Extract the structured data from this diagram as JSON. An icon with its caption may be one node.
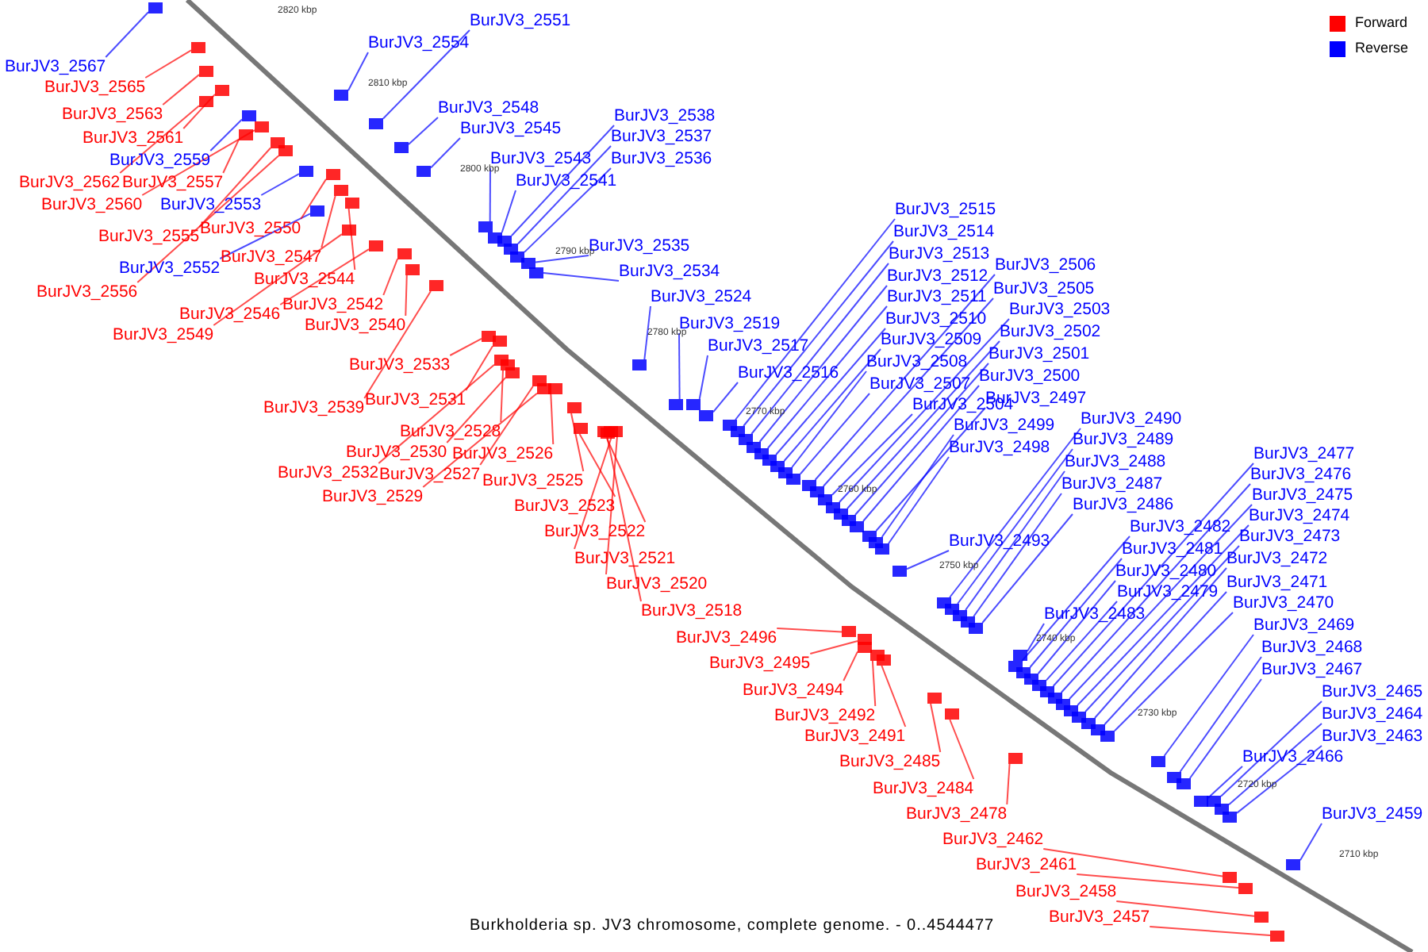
{
  "diagram": {
    "caption": "Burkholderia sp. JV3 chromosome, complete genome. - 0..4544477",
    "nodes": [
      {
        "text": [
          "BurJV3_2551"
        ]
      },
      {
        "text": [
          "BurJV3_2554"
        ]
      },
      {
        "text": [
          "BurJV3_2567"
        ]
      },
      {
        "text": [
          "BurJV3_2548"
        ]
      },
      {
        "text": [
          "BurJV3_2545"
        ]
      },
      {
        "text": [
          "BurJV3_2559"
        ]
      },
      {
        "text": [
          "BurJV3_2543"
        ]
      },
      {
        "text": [
          "BurJV3_2538"
        ]
      },
      {
        "text": [
          "BurJV3_2537"
        ]
      },
      {
        "text": [
          "BurJV3_2536"
        ]
      },
      {
        "text": [
          "BurJV3_2541"
        ]
      },
      {
        "text": [
          "BurJV3_2553"
        ]
      },
      {
        "text": [
          "BurJV3_2535"
        ]
      },
      {
        "text": [
          "BurJV3_2534"
        ]
      },
      {
        "text": [
          "BurJV3_2552"
        ]
      },
      {
        "text": [
          "BurJV3_2524"
        ]
      },
      {
        "text": [
          "BurJV3_2519"
        ]
      },
      {
        "text": [
          "BurJV3_2517"
        ]
      },
      {
        "text": [
          "BurJV3_2516"
        ]
      },
      {
        "text": [
          "BurJV3_2515"
        ]
      },
      {
        "text": [
          "BurJV3_2514"
        ]
      },
      {
        "text": [
          "BurJV3_2513"
        ]
      },
      {
        "text": [
          "BurJV3_2512"
        ]
      },
      {
        "text": [
          "BurJV3_2511"
        ]
      },
      {
        "text": [
          "BurJV3_2510"
        ]
      },
      {
        "text": [
          "BurJV3_2509"
        ]
      },
      {
        "text": [
          "BurJV3_2508"
        ]
      },
      {
        "text": [
          "BurJV3_2507"
        ]
      },
      {
        "text": [
          "BurJV3_2506"
        ]
      },
      {
        "text": [
          "BurJV3_2505"
        ]
      },
      {
        "text": [
          "BurJV3_2504"
        ]
      },
      {
        "text": [
          "BurJV3_2503"
        ]
      },
      {
        "text": [
          "BurJV3_2502"
        ]
      },
      {
        "text": [
          "BurJV3_2501"
        ]
      },
      {
        "text": [
          "BurJV3_2500"
        ]
      },
      {
        "text": [
          "BurJV3_2497"
        ]
      },
      {
        "text": [
          "BurJV3_2499"
        ]
      },
      {
        "text": [
          "BurJV3_2498"
        ]
      },
      {
        "text": [
          "BurJV3_2490"
        ]
      },
      {
        "text": [
          "BurJV3_2489"
        ]
      },
      {
        "text": [
          "BurJV3_2488"
        ]
      },
      {
        "text": [
          "BurJV3_2487"
        ]
      },
      {
        "text": [
          "BurJV3_2486"
        ]
      },
      {
        "text": [
          "BurJV3_2493"
        ]
      },
      {
        "text": [
          "BurJV3_2482"
        ]
      },
      {
        "text": [
          "BurJV3_2481"
        ]
      },
      {
        "text": [
          "BurJV3_2480"
        ]
      },
      {
        "text": [
          "BurJV3_2479"
        ]
      },
      {
        "text": [
          "BurJV3_2483"
        ]
      },
      {
        "text": [
          "BurJV3_2477"
        ]
      },
      {
        "text": [
          "BurJV3_2476"
        ]
      },
      {
        "text": [
          "BurJV3_2475"
        ]
      },
      {
        "text": [
          "BurJV3_2474"
        ]
      },
      {
        "text": [
          "BurJV3_2473"
        ]
      },
      {
        "text": [
          "BurJV3_2472"
        ]
      },
      {
        "text": [
          "BurJV3_2471"
        ]
      },
      {
        "text": [
          "BurJV3_2470"
        ]
      },
      {
        "text": [
          "BurJV3_2469"
        ]
      },
      {
        "text": [
          "BurJV3_2468"
        ]
      },
      {
        "text": [
          "BurJV3_2467"
        ]
      },
      {
        "text": [
          "BurJV3_2465"
        ]
      },
      {
        "text": [
          "BurJV3_2464"
        ]
      },
      {
        "text": [
          "BurJV3_2463"
        ]
      },
      {
        "text": [
          "BurJV3_2466"
        ]
      },
      {
        "text": [
          "BurJV3_2459"
        ]
      },
      {
        "text": [
          "BurJV3_2565"
        ]
      },
      {
        "text": [
          "BurJV3_2563"
        ]
      },
      {
        "text": [
          "BurJV3_2561"
        ]
      },
      {
        "text": [
          "BurJV3_2562"
        ]
      },
      {
        "text": [
          "BurJV3_2557"
        ]
      },
      {
        "text": [
          "BurJV3_2560"
        ]
      },
      {
        "text": [
          "BurJV3_2555"
        ]
      },
      {
        "text": [
          "BurJV3_2550"
        ]
      },
      {
        "text": [
          "BurJV3_2547"
        ]
      },
      {
        "text": [
          "BurJV3_2556"
        ]
      },
      {
        "text": [
          "BurJV3_2544"
        ]
      },
      {
        "text": [
          "BurJV3_2546"
        ]
      },
      {
        "text": [
          "BurJV3_2542"
        ]
      },
      {
        "text": [
          "BurJV3_2549"
        ]
      },
      {
        "text": [
          "BurJV3_2540"
        ]
      },
      {
        "text": [
          "BurJV3_2533"
        ]
      },
      {
        "text": [
          "BurJV3_2531"
        ]
      },
      {
        "text": [
          "BurJV3_2539"
        ]
      },
      {
        "text": [
          "BurJV3_2528"
        ]
      },
      {
        "text": [
          "BurJV3_2530"
        ]
      },
      {
        "text": [
          "BurJV3_2526"
        ]
      },
      {
        "text": [
          "BurJV3_2532"
        ]
      },
      {
        "text": [
          "BurJV3_2527"
        ]
      },
      {
        "text": [
          "BurJV3_2529"
        ]
      },
      {
        "text": [
          "BurJV3_2525"
        ]
      },
      {
        "text": [
          "BurJV3_2523"
        ]
      },
      {
        "text": [
          "BurJV3_2522"
        ]
      },
      {
        "text": [
          "BurJV3_2521"
        ]
      },
      {
        "text": [
          "BurJV3_2520"
        ]
      },
      {
        "text": [
          "BurJV3_2518"
        ]
      },
      {
        "text": [
          "BurJV3_2496"
        ]
      },
      {
        "text": [
          "BurJV3_2495"
        ]
      },
      {
        "text": [
          "BurJV3_2494"
        ]
      },
      {
        "text": [
          "BurJV3_2492"
        ]
      },
      {
        "text": [
          "BurJV3_2491"
        ]
      },
      {
        "text": [
          "BurJV3_2485"
        ]
      },
      {
        "text": [
          "BurJV3_2484"
        ]
      },
      {
        "text": [
          "BurJV3_2478"
        ]
      },
      {
        "text": [
          "BurJV3_2462"
        ]
      },
      {
        "text": [
          "BurJV3_2461"
        ]
      },
      {
        "text": [
          "BurJV3_2458"
        ]
      },
      {
        "text": [
          "BurJV3_2457"
        ]
      },
      {
        "text": [],
        "shape": "box"
      },
      {
        "text": [],
        "shape": "box"
      },
      {
        "text": [],
        "shape": "box"
      },
      {
        "text": [],
        "shape": "box"
      },
      {
        "text": [],
        "shape": "box"
      },
      {
        "text": [],
        "shape": "box"
      },
      {
        "text": [],
        "shape": "box"
      },
      {
        "text": [],
        "shape": "box"
      },
      {
        "text": [],
        "shape": "box"
      },
      {
        "text": [],
        "shape": "box"
      },
      {
        "text": [],
        "shape": "box"
      },
      {
        "text": [],
        "shape": "box"
      },
      {
        "text": [],
        "shape": "box"
      },
      {
        "text": [],
        "shape": "box"
      },
      {
        "text": [],
        "shape": "box"
      },
      {
        "text": [],
        "shape": "box"
      },
      {
        "text": [],
        "shape": "box"
      },
      {
        "text": [],
        "shape": "box"
      },
      {
        "text": [],
        "shape": "box"
      },
      {
        "text": [],
        "shape": "box"
      },
      {
        "text": [],
        "shape": "box"
      },
      {
        "text": [],
        "shape": "box"
      },
      {
        "text": [],
        "shape": "box"
      },
      {
        "text": [],
        "shape": "box"
      },
      {
        "text": [],
        "shape": "box"
      },
      {
        "text": [],
        "shape": "box"
      },
      {
        "text": [],
        "shape": "box"
      },
      {
        "text": [],
        "shape": "box"
      },
      {
        "text": [],
        "shape": "box"
      },
      {
        "text": [],
        "shape": "box"
      },
      {
        "text": [],
        "shape": "box"
      },
      {
        "text": [],
        "shape": "box"
      },
      {
        "text": [],
        "shape": "box"
      },
      {
        "text": [],
        "shape": "box"
      },
      {
        "text": [],
        "shape": "box"
      },
      {
        "text": [],
        "shape": "box"
      },
      {
        "text": [],
        "shape": "box"
      },
      {
        "text": [],
        "shape": "box"
      },
      {
        "text": [],
        "shape": "box"
      },
      {
        "text": [],
        "shape": "box"
      },
      {
        "text": [],
        "shape": "box"
      },
      {
        "text": [],
        "shape": "box"
      },
      {
        "text": [],
        "shape": "box"
      },
      {
        "text": [],
        "shape": "box"
      },
      {
        "text": [],
        "shape": "box"
      },
      {
        "text": [],
        "shape": "box"
      },
      {
        "text": [],
        "shape": "box"
      },
      {
        "text": [],
        "shape": "box"
      },
      {
        "text": [],
        "shape": "box"
      },
      {
        "text": [],
        "shape": "box"
      },
      {
        "text": [],
        "shape": "box"
      },
      {
        "text": [],
        "shape": "box"
      },
      {
        "text": [],
        "shape": "box"
      },
      {
        "text": [],
        "shape": "box"
      },
      {
        "text": [],
        "shape": "box"
      },
      {
        "text": [],
        "shape": "box"
      },
      {
        "text": [],
        "shape": "box"
      },
      {
        "text": [],
        "shape": "box"
      },
      {
        "text": [],
        "shape": "box"
      },
      {
        "text": [],
        "shape": "box"
      },
      {
        "text": [],
        "shape": "box"
      },
      {
        "text": [],
        "shape": "box"
      },
      {
        "text": [],
        "shape": "box"
      },
      {
        "text": [],
        "shape": "box"
      },
      {
        "text": [],
        "shape": "box"
      },
      {
        "text": [],
        "shape": "box"
      },
      {
        "text": [],
        "shape": "box"
      },
      {
        "text": [],
        "shape": "box"
      },
      {
        "text": [],
        "shape": "box"
      },
      {
        "text": [],
        "shape": "box"
      },
      {
        "text": [],
        "shape": "box"
      },
      {
        "text": [],
        "shape": "box"
      },
      {
        "text": [],
        "shape": "box"
      },
      {
        "text": [],
        "shape": "box"
      },
      {
        "text": [],
        "shape": "box"
      },
      {
        "text": [],
        "shape": "box"
      },
      {
        "text": [],
        "shape": "box"
      },
      {
        "text": [],
        "shape": "box"
      },
      {
        "text": [],
        "shape": "box"
      },
      {
        "text": [],
        "shape": "box"
      },
      {
        "text": [],
        "shape": "box"
      },
      {
        "text": [],
        "shape": "box"
      },
      {
        "text": [],
        "shape": "box"
      },
      {
        "text": [],
        "shape": "box"
      },
      {
        "text": [],
        "shape": "box"
      },
      {
        "text": [],
        "shape": "box"
      },
      {
        "text": [],
        "shape": "box"
      },
      {
        "text": [],
        "shape": "box"
      },
      {
        "text": [],
        "shape": "box"
      },
      {
        "text": [],
        "shape": "box"
      },
      {
        "text": [],
        "shape": "box"
      },
      {
        "text": [],
        "shape": "box"
      },
      {
        "text": [],
        "shape": "box"
      },
      {
        "text": [],
        "shape": "box"
      },
      {
        "text": [],
        "shape": "box"
      },
      {
        "text": [],
        "shape": "box"
      },
      {
        "text": [],
        "shape": "box"
      },
      {
        "text": [],
        "shape": "box"
      },
      {
        "text": [],
        "shape": "box"
      },
      {
        "text": [],
        "shape": "box"
      },
      {
        "text": [],
        "shape": "box"
      },
      {
        "text": [],
        "shape": "box"
      },
      {
        "text": [],
        "shape": "box"
      },
      {
        "text": [],
        "shape": "box"
      },
      {
        "text": [],
        "shape": "box"
      },
      {
        "text": [],
        "shape": "box"
      },
      {
        "text": [],
        "shape": "box"
      }
    ],
    "edges": [
      {
        "from": 0,
        "to": 107,
        "arrow": "none"
      },
      {
        "from": 1,
        "to": 108,
        "arrow": "none"
      },
      {
        "from": 2,
        "to": 109,
        "arrow": "none"
      },
      {
        "from": 3,
        "to": 110,
        "arrow": "none"
      },
      {
        "from": 4,
        "to": 111,
        "arrow": "none"
      },
      {
        "from": 5,
        "to": 112,
        "arrow": "none"
      },
      {
        "from": 6,
        "to": 113,
        "arrow": "none"
      },
      {
        "from": 7,
        "to": 114,
        "arrow": "none"
      },
      {
        "from": 8,
        "to": 115,
        "arrow": "none"
      },
      {
        "from": 9,
        "to": 116,
        "arrow": "none"
      },
      {
        "from": 10,
        "to": 117,
        "arrow": "none"
      },
      {
        "from": 11,
        "to": 118,
        "arrow": "none"
      },
      {
        "from": 12,
        "to": 119,
        "arrow": "none"
      },
      {
        "from": 13,
        "to": 120,
        "arrow": "none"
      },
      {
        "from": 14,
        "to": 121,
        "arrow": "none"
      },
      {
        "from": 15,
        "to": 122,
        "arrow": "none"
      },
      {
        "from": 16,
        "to": 123,
        "arrow": "none"
      },
      {
        "from": 17,
        "to": 124,
        "arrow": "none"
      },
      {
        "from": 18,
        "to": 125,
        "arrow": "none"
      },
      {
        "from": 19,
        "to": 126,
        "arrow": "none"
      },
      {
        "from": 20,
        "to": 127,
        "arrow": "none"
      },
      {
        "from": 21,
        "to": 128,
        "arrow": "none"
      },
      {
        "from": 22,
        "to": 129,
        "arrow": "none"
      },
      {
        "from": 23,
        "to": 130,
        "arrow": "none"
      },
      {
        "from": 24,
        "to": 131,
        "arrow": "none"
      },
      {
        "from": 25,
        "to": 132,
        "arrow": "none"
      },
      {
        "from": 26,
        "to": 133,
        "arrow": "none"
      },
      {
        "from": 27,
        "to": 134,
        "arrow": "none"
      },
      {
        "from": 28,
        "to": 135,
        "arrow": "none"
      },
      {
        "from": 29,
        "to": 136,
        "arrow": "none"
      },
      {
        "from": 30,
        "to": 137,
        "arrow": "none"
      },
      {
        "from": 31,
        "to": 138,
        "arrow": "none"
      },
      {
        "from": 32,
        "to": 139,
        "arrow": "none"
      },
      {
        "from": 33,
        "to": 140,
        "arrow": "none"
      },
      {
        "from": 34,
        "to": 141,
        "arrow": "none"
      },
      {
        "from": 35,
        "to": 142,
        "arrow": "none"
      },
      {
        "from": 36,
        "to": 143,
        "arrow": "none"
      },
      {
        "from": 37,
        "to": 144,
        "arrow": "none"
      },
      {
        "from": 38,
        "to": 145,
        "arrow": "none"
      },
      {
        "from": 39,
        "to": 146,
        "arrow": "none"
      },
      {
        "from": 40,
        "to": 147,
        "arrow": "none"
      },
      {
        "from": 41,
        "to": 148,
        "arrow": "none"
      },
      {
        "from": 42,
        "to": 149,
        "arrow": "none"
      },
      {
        "from": 43,
        "to": 150,
        "arrow": "none"
      },
      {
        "from": 44,
        "to": 151,
        "arrow": "none"
      },
      {
        "from": 45,
        "to": 152,
        "arrow": "none"
      },
      {
        "from": 46,
        "to": 153,
        "arrow": "none"
      },
      {
        "from": 47,
        "to": 154,
        "arrow": "none"
      },
      {
        "from": 48,
        "to": 155,
        "arrow": "none"
      },
      {
        "from": 49,
        "to": 156,
        "arrow": "none"
      },
      {
        "from": 50,
        "to": 157,
        "arrow": "none"
      },
      {
        "from": 51,
        "to": 158,
        "arrow": "none"
      },
      {
        "from": 52,
        "to": 159,
        "arrow": "none"
      },
      {
        "from": 53,
        "to": 160,
        "arrow": "none"
      },
      {
        "from": 54,
        "to": 161,
        "arrow": "none"
      },
      {
        "from": 55,
        "to": 162,
        "arrow": "none"
      },
      {
        "from": 56,
        "to": 163,
        "arrow": "none"
      },
      {
        "from": 57,
        "to": 164,
        "arrow": "none"
      },
      {
        "from": 58,
        "to": 165,
        "arrow": "none"
      },
      {
        "from": 59,
        "to": 166,
        "arrow": "none"
      },
      {
        "from": 60,
        "to": 167,
        "arrow": "none"
      },
      {
        "from": 61,
        "to": 168,
        "arrow": "none"
      },
      {
        "from": 62,
        "to": 169,
        "arrow": "none"
      },
      {
        "from": 63,
        "to": 170,
        "arrow": "none"
      },
      {
        "from": 64,
        "to": 171,
        "arrow": "none"
      },
      {
        "from": 65,
        "to": 172,
        "arrow": "none",
        "color": "#ff0000"
      },
      {
        "from": 66,
        "to": 173,
        "arrow": "none",
        "color": "#ff0000"
      },
      {
        "from": 67,
        "to": 174,
        "arrow": "none",
        "color": "#ff0000"
      },
      {
        "from": 68,
        "to": 175,
        "arrow": "none",
        "color": "#ff0000"
      },
      {
        "from": 69,
        "to": 176,
        "arrow": "none",
        "color": "#ff0000"
      },
      {
        "from": 70,
        "to": 177,
        "arrow": "none",
        "color": "#ff0000"
      },
      {
        "from": 71,
        "to": 178,
        "arrow": "none",
        "color": "#ff0000"
      },
      {
        "from": 72,
        "to": 179,
        "arrow": "none",
        "color": "#ff0000"
      },
      {
        "from": 73,
        "to": 180,
        "arrow": "none",
        "color": "#ff0000"
      },
      {
        "from": 74,
        "to": 181,
        "arrow": "none",
        "color": "#ff0000"
      },
      {
        "from": 75,
        "to": 182,
        "arrow": "none",
        "color": "#ff0000"
      },
      {
        "from": 76,
        "to": 183,
        "arrow": "none",
        "color": "#ff0000"
      },
      {
        "from": 77,
        "to": 184,
        "arrow": "none",
        "color": "#ff0000"
      },
      {
        "from": 78,
        "to": 185,
        "arrow": "none",
        "color": "#ff0000"
      },
      {
        "from": 79,
        "to": 186,
        "arrow": "none",
        "color": "#ff0000"
      },
      {
        "from": 80,
        "to": 187,
        "arrow": "none",
        "color": "#ff0000"
      },
      {
        "from": 81,
        "to": 188,
        "arrow": "none",
        "color": "#ff0000"
      },
      {
        "from": 82,
        "to": 189,
        "arrow": "none",
        "color": "#ff0000"
      },
      {
        "from": 83,
        "to": 190,
        "arrow": "none",
        "color": "#ff0000"
      },
      {
        "from": 84,
        "to": 191,
        "arrow": "none",
        "color": "#ff0000"
      },
      {
        "from": 85,
        "to": 192,
        "arrow": "none",
        "color": "#ff0000"
      },
      {
        "from": 86,
        "to": 193,
        "arrow": "none",
        "color": "#ff0000"
      },
      {
        "from": 87,
        "to": 194,
        "arrow": "none",
        "color": "#ff0000"
      },
      {
        "from": 88,
        "to": 195,
        "arrow": "none",
        "color": "#ff0000"
      },
      {
        "from": 89,
        "to": 196,
        "arrow": "none",
        "color": "#ff0000"
      },
      {
        "from": 90,
        "to": 197,
        "arrow": "none",
        "color": "#ff0000"
      },
      {
        "from": 91,
        "to": 198,
        "arrow": "none",
        "color": "#ff0000"
      },
      {
        "from": 92,
        "to": 199,
        "arrow": "none",
        "color": "#ff0000"
      },
      {
        "from": 93,
        "to": 200,
        "arrow": "none",
        "color": "#ff0000"
      },
      {
        "from": 94,
        "to": 201,
        "arrow": "none",
        "color": "#ff0000"
      },
      {
        "from": 95,
        "to": 202,
        "arrow": "none",
        "color": "#ff0000"
      },
      {
        "from": 96,
        "to": 203,
        "arrow": "none",
        "color": "#ff0000"
      },
      {
        "from": 97,
        "to": 204,
        "arrow": "none",
        "color": "#ff0000"
      },
      {
        "from": 98,
        "to": 205,
        "arrow": "none",
        "color": "#ff0000"
      },
      {
        "from": 99,
        "to": 206,
        "arrow": "none",
        "color": "#ff0000"
      },
      {
        "from": 100,
        "to": 207,
        "arrow": "none",
        "color": "#ff0000"
      },
      {
        "from": 101,
        "to": 208,
        "arrow": "none",
        "color": "#ff0000"
      },
      {
        "from": 102,
        "to": 209,
        "arrow": "none",
        "color": "#ff0000"
      },
      {
        "from": 103,
        "to": 210,
        "arrow": "none",
        "color": "#ff0000"
      },
      {
        "from": 104,
        "to": 211,
        "arrow": "none",
        "color": "#ff0000"
      },
      {
        "from": 105,
        "to": 212,
        "arrow": "none",
        "color": "#ff0000"
      },
      {
        "from": 106,
        "to": 213,
        "arrow": "none",
        "color": "#ff0000"
      }
    ],
    "labels": [
      "2820 kbp",
      "2810 kbp",
      "2800 kbp",
      "2790 kbp",
      "2780 kbp",
      "2770 kbp",
      "2760 kbp",
      "2750 kbp",
      "2740 kbp",
      "2730 kbp",
      "2720 kbp",
      "2710 kbp"
    ],
    "legend": [
      {
        "text": "Forward",
        "color": "#ff0000"
      },
      {
        "text": "Reverse",
        "color": "#0000ff"
      }
    ]
  }
}
